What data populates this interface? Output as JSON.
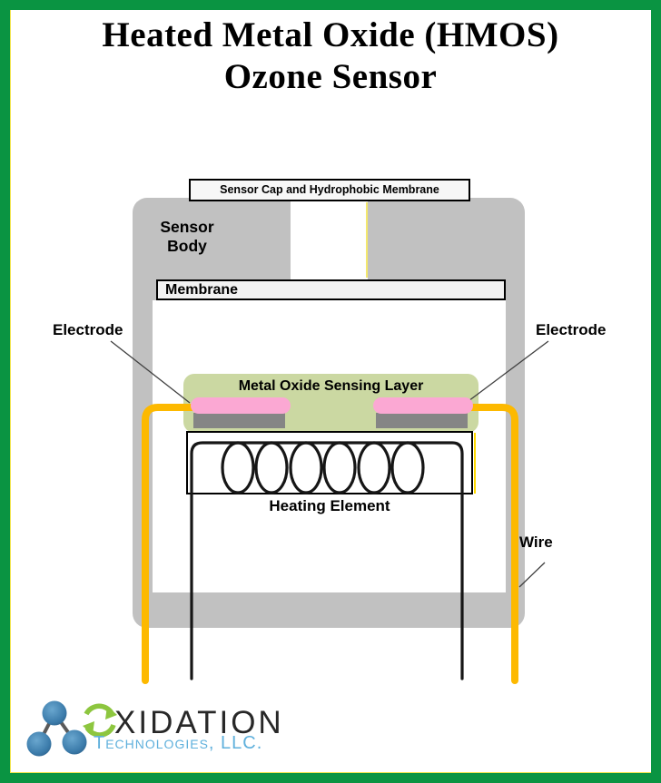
{
  "page": {
    "background": "#ffffff",
    "border_color": "#0a9442"
  },
  "title": {
    "line1": "Heated Metal Oxide (HMOS)",
    "line2": "Ozone Sensor"
  },
  "diagram": {
    "cap_label": "Sensor Cap and Hydrophobic Membrane",
    "body_label": "Sensor Body",
    "membrane_label": "Membrane",
    "electrode_label_left": "Electrode",
    "electrode_label_right": "Electrode",
    "sensing_layer_label": "Metal Oxide Sensing Layer",
    "heating_label": "Heating Element",
    "wire_label": "Wire",
    "colors": {
      "body_gray": "#c1c1c1",
      "panel_light": "#f2f2f2",
      "sensing_layer_green": "#cbd8a2",
      "electrode_pink": "#fba8d3",
      "contact_gray": "#858585",
      "wire_yellow": "#fdb900",
      "coil_black": "#161616",
      "leader_line": "#404040",
      "seam_yellow": "#f0e13c"
    }
  },
  "logo": {
    "wordmark_rest": "XIDATION",
    "subtitle": "Technologies, LLC.",
    "full_name": "Oxidation Technologies, LLC.",
    "colors": {
      "wordmark": "#282828",
      "subtitle_blue": "#5fb0dc",
      "molecule_blue": "#3c7cab",
      "bond_gray": "#5a5a5a",
      "ring_green": "#8dc63f"
    }
  }
}
